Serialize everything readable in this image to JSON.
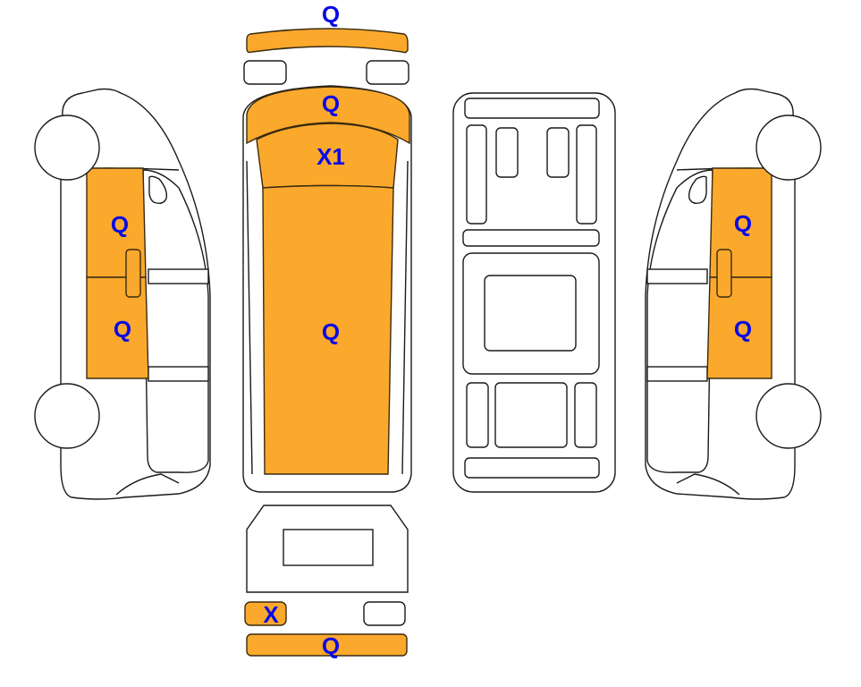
{
  "diagram": {
    "damage_color": "#FBA92D",
    "label_color": "#0A0AE6",
    "views": {
      "left_side": {
        "panels": [
          {
            "name": "front-door",
            "code": "Q"
          },
          {
            "name": "rear-door",
            "code": "Q"
          }
        ]
      },
      "top": {
        "panels": [
          {
            "name": "front-bumper",
            "code": "Q"
          },
          {
            "name": "hood",
            "code": "Q"
          },
          {
            "name": "windshield",
            "code": "X1"
          },
          {
            "name": "roof",
            "code": "Q"
          }
        ]
      },
      "right_side": {
        "panels": [
          {
            "name": "front-door",
            "code": "Q"
          },
          {
            "name": "rear-door",
            "code": "Q"
          }
        ]
      },
      "rear": {
        "panels": [
          {
            "name": "left-tail-light",
            "code": "X"
          },
          {
            "name": "rear-bumper",
            "code": "Q"
          }
        ]
      }
    }
  }
}
